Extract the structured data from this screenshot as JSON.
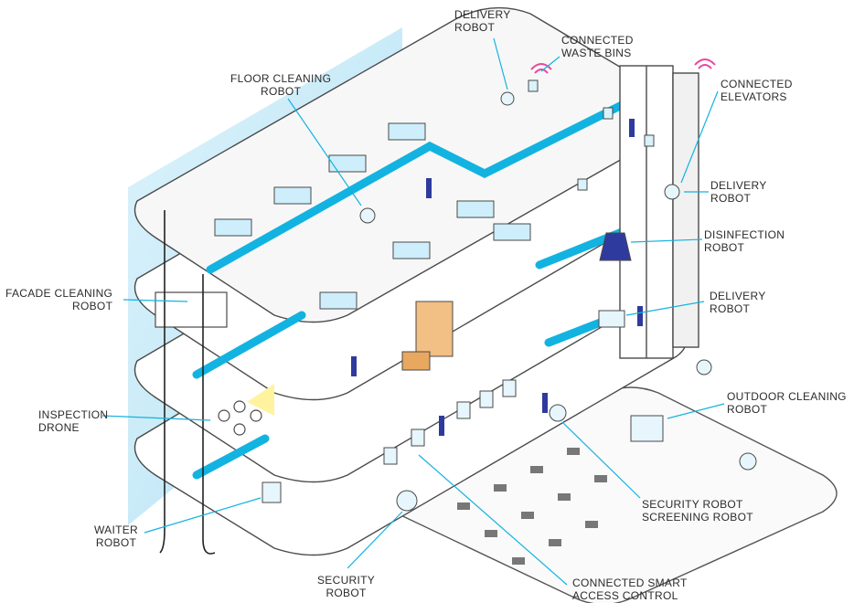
{
  "colors": {
    "accent": "#12b3e0",
    "glass": "#c9ecf8",
    "floor_edge": "#4a4a4a",
    "text": "#2b2b2b",
    "signal": "#e8489b"
  },
  "labels": {
    "delivery_top": {
      "line1": "DELIVERY",
      "line2": "ROBOT"
    },
    "waste_bins": {
      "line1": "CONNECTED",
      "line2": "WASTE BINS"
    },
    "floor_cleaning": {
      "line1": "FLOOR CLEANING",
      "line2": "ROBOT"
    },
    "elevators": {
      "line1": "CONNECTED",
      "line2": "ELEVATORS"
    },
    "delivery_mid": {
      "line1": "DELIVERY",
      "line2": "ROBOT"
    },
    "disinfection": {
      "line1": "DISINFECTION",
      "line2": "ROBOT"
    },
    "facade": {
      "line1": "FACADE CLEANING",
      "line2": "ROBOT"
    },
    "delivery_low": {
      "line1": "DELIVERY",
      "line2": "ROBOT"
    },
    "drone": {
      "line1": "INSPECTION",
      "line2": "DRONE"
    },
    "outdoor": {
      "line1": "OUTDOOR CLEANING",
      "line2": "ROBOT"
    },
    "screening": {
      "line1": "SECURITY ROBOT",
      "line2": "SCREENING ROBOT"
    },
    "waiter": {
      "line1": "WAITER",
      "line2": "ROBOT"
    },
    "security": {
      "line1": "SECURITY",
      "line2": "ROBOT"
    },
    "access": {
      "line1": "CONNECTED SMART",
      "line2": "ACCESS CONTROL"
    }
  },
  "icons": [
    "robot-icon",
    "drone-icon",
    "elevator-icon",
    "waste-bin-icon",
    "wifi-signal-icon",
    "hospital-bed-icon",
    "person-icon",
    "gate-icon"
  ]
}
